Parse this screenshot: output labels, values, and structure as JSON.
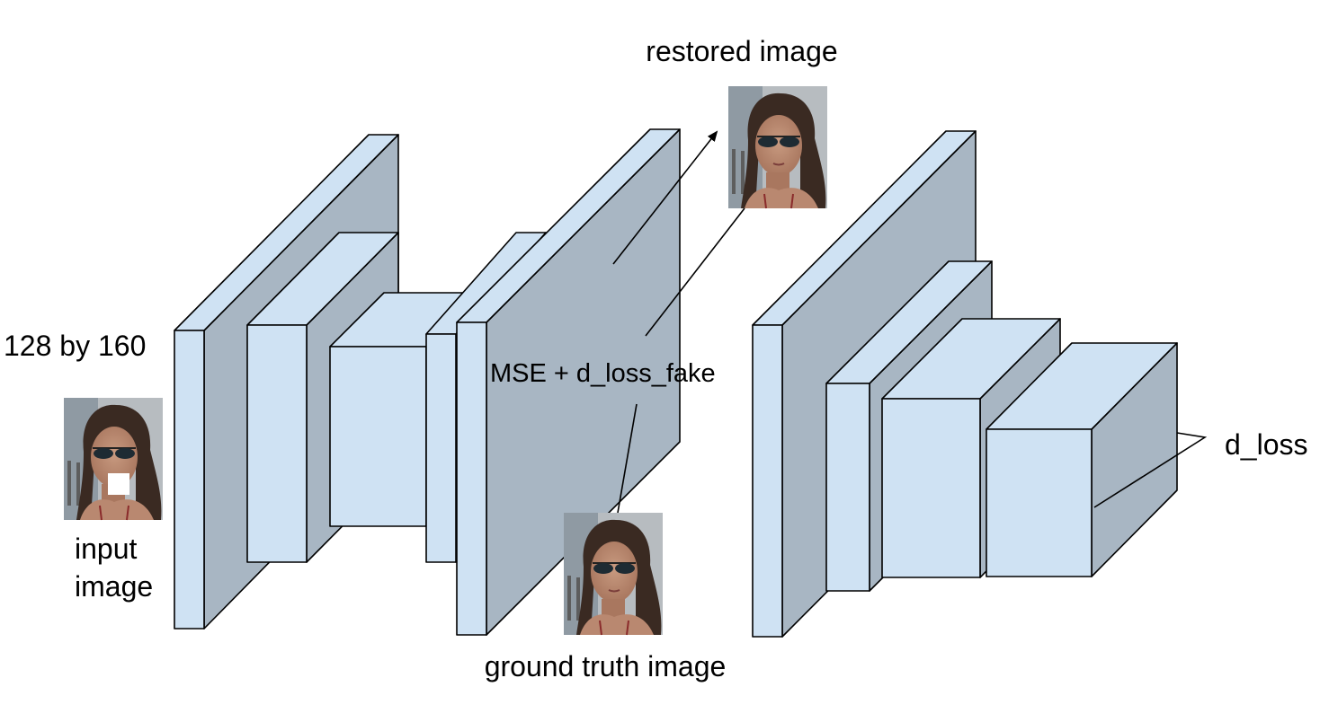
{
  "labels": {
    "input_size": "128 by 160",
    "input_image_line1": "input",
    "input_image_line2": "image",
    "restored_image": "restored image",
    "loss_generator": "MSE + d_loss_fake",
    "ground_truth_image": "ground truth image",
    "loss_discriminator": "d_loss"
  },
  "colors": {
    "block_face": "#cfe2f3",
    "block_side": "#a8b6c3",
    "line": "#000000"
  },
  "icons": {
    "input_image": "face-photo-with-white-mask-square",
    "restored_image": "face-photo",
    "ground_truth_image": "face-photo"
  }
}
